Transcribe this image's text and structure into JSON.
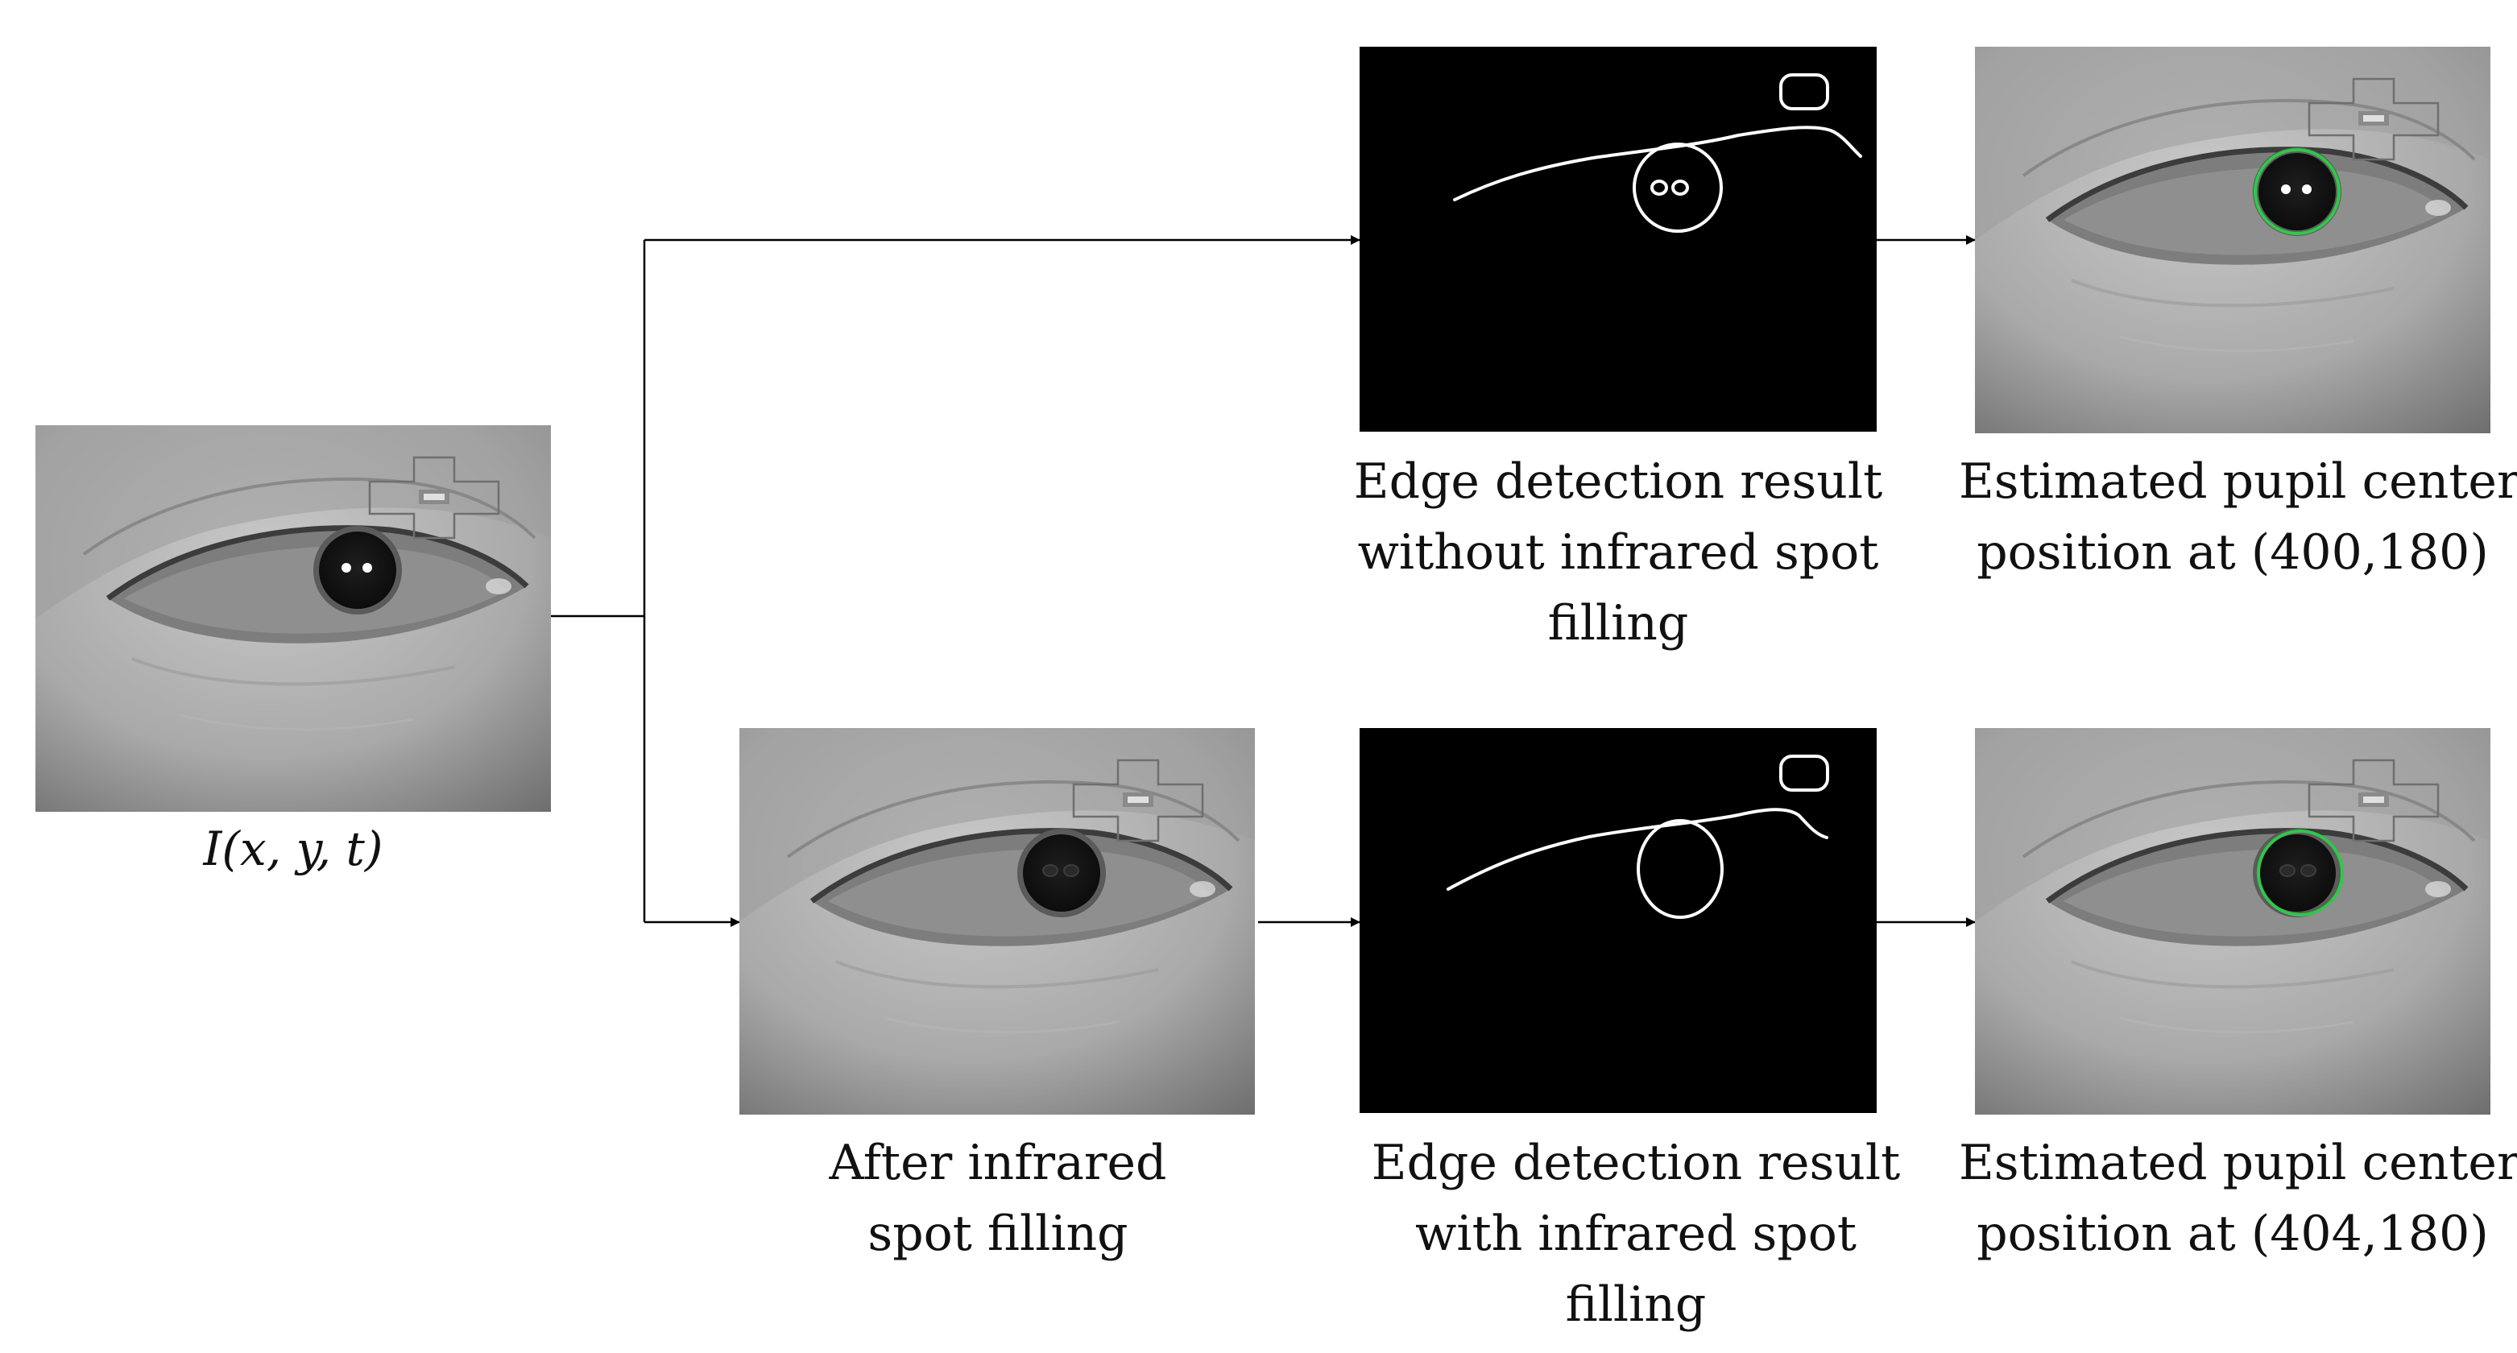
{
  "input_label": "I(x, y, t)",
  "captions": {
    "edge_without": [
      "Edge detection result",
      "without infrared spot",
      "filling"
    ],
    "pupil_top": [
      "Estimated pupil center",
      "position at (400,180)"
    ],
    "after_fill": [
      "After infrared",
      "spot filling"
    ],
    "edge_with": [
      "Edge detection result",
      "with infrared spot",
      "filling"
    ],
    "pupil_bottom": [
      "Estimated pupil center",
      "position at (404,180)"
    ]
  },
  "colors": {
    "pupil_circle": "#2fc84a",
    "edge_background": "#000000",
    "edge_lines": "#ffffff",
    "arrows": "#000000"
  },
  "images": {
    "input_eye": "grayscale eye photo",
    "after_fill_eye": "grayscale eye photo, infrared spots filled",
    "edge_map_top": "edge map with two glint rings inside pupil",
    "edge_map_bottom": "edge map with single pupil contour",
    "estimated_top": "eye photo with green pupil circle",
    "estimated_bottom": "eye photo with green pupil circle"
  }
}
